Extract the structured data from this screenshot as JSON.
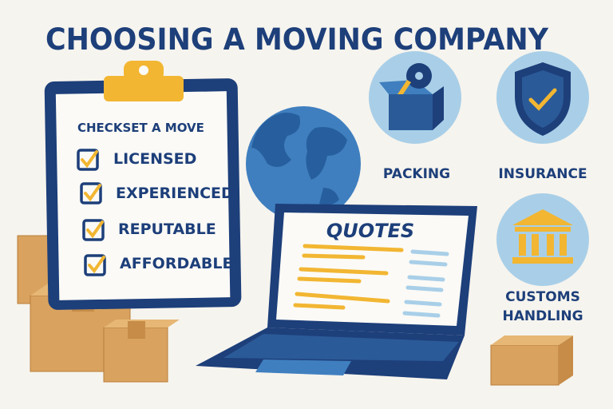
{
  "title": "CHOOSING A MOVING COMPANY",
  "checklist": {
    "heading": "CHECKSET A MOVE",
    "items": [
      "LICENSED",
      "EXPERIENCED",
      "REPUTABLE",
      "AFFORDABLE"
    ]
  },
  "laptop": {
    "screen_title": "QUOTES"
  },
  "services": [
    {
      "label": "PACKING",
      "icon": "packing-tape-box-icon"
    },
    {
      "label": "INSURANCE",
      "icon": "shield-check-icon"
    },
    {
      "label_line1": "CUSTOMS",
      "label_line2": "HANDLING",
      "icon": "bank-building-icon"
    }
  ],
  "colors": {
    "navy": "#1d3f7a",
    "yellow": "#f2b632",
    "lightblue": "#a9cfe8",
    "cardboard": "#d9a25e",
    "background": "#f6f4ee"
  }
}
